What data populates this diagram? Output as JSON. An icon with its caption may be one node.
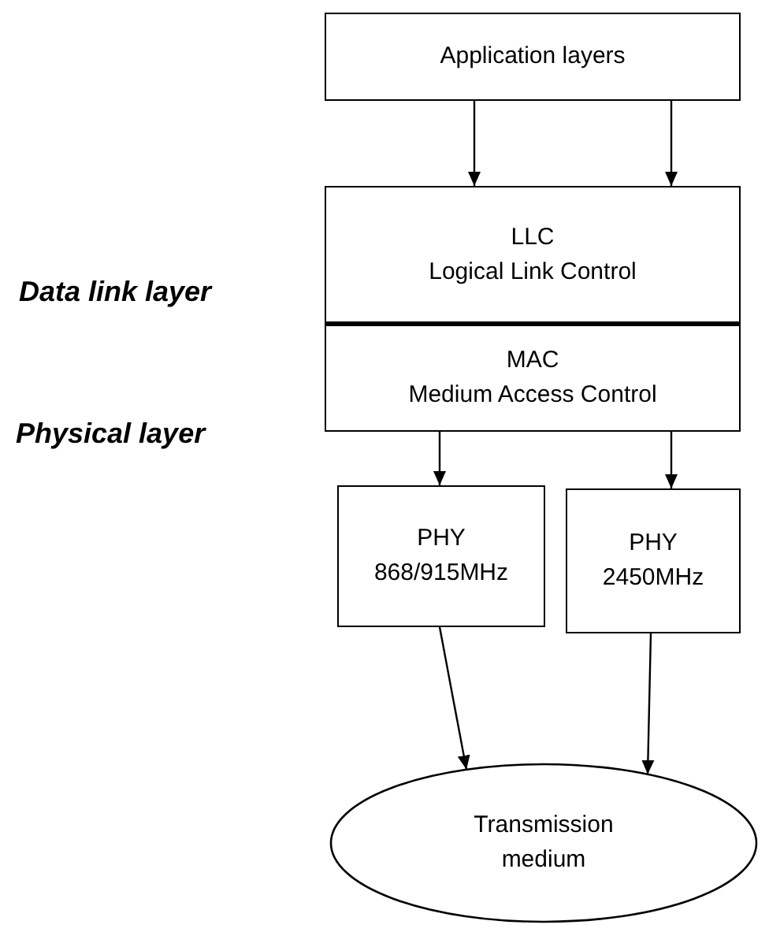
{
  "diagram": {
    "nodes": [
      {
        "text": [
          "Application layers"
        ]
      },
      {
        "text": [
          "LLC",
          "Logical Link Control"
        ]
      },
      {
        "text": [
          "MAC",
          "Medium Access Control"
        ]
      },
      {
        "text": [
          "PHY",
          "868/915MHz"
        ]
      },
      {
        "text": [
          "PHY",
          "2450MHz"
        ]
      },
      {
        "text": [
          "Transmission medium"
        ]
      }
    ],
    "edges": [
      {
        "from": 0,
        "to": 1,
        "arrow": "to"
      },
      {
        "from": 0,
        "to": 1,
        "arrow": "to"
      },
      {
        "from": 2,
        "to": 3,
        "arrow": "to"
      },
      {
        "from": 2,
        "to": 4,
        "arrow": "to"
      },
      {
        "from": 3,
        "to": 5,
        "arrow": "to"
      },
      {
        "from": 4,
        "to": 5,
        "arrow": "to"
      }
    ],
    "labels": [
      "Data link layer",
      "Physical layer"
    ]
  }
}
